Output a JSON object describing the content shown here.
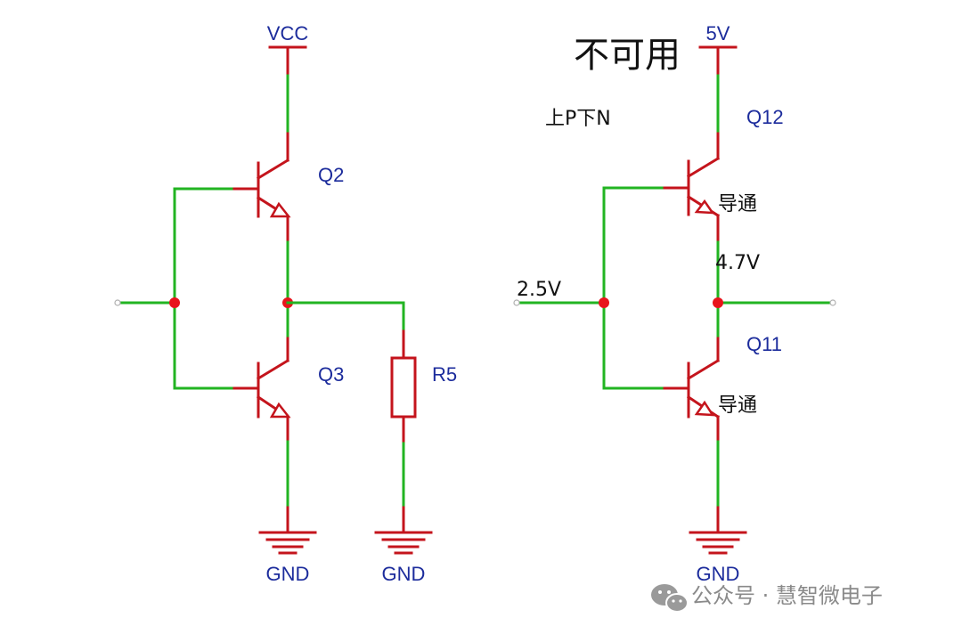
{
  "left_circuit": {
    "vcc_label": "VCC",
    "q_top": "Q2",
    "q_bottom": "Q3",
    "resistor": "R5",
    "gnd_1": "GND",
    "gnd_2": "GND"
  },
  "right_circuit": {
    "title": "不可用",
    "supply_label": "5V",
    "arrangement_note": "上P下N",
    "q_top": "Q12",
    "q_bottom": "Q11",
    "state_top": "导通",
    "state_bottom": "导通",
    "output_voltage": "4.7V",
    "input_voltage": "2.5V",
    "gnd": "GND"
  },
  "watermark": {
    "text": "公众号 · 慧智微电子",
    "icon": "wechat-icon"
  },
  "colors": {
    "wire": "#22b422",
    "component": "#c4141c",
    "junction": "#e8141c",
    "label_blue": "#1c2c9c"
  }
}
